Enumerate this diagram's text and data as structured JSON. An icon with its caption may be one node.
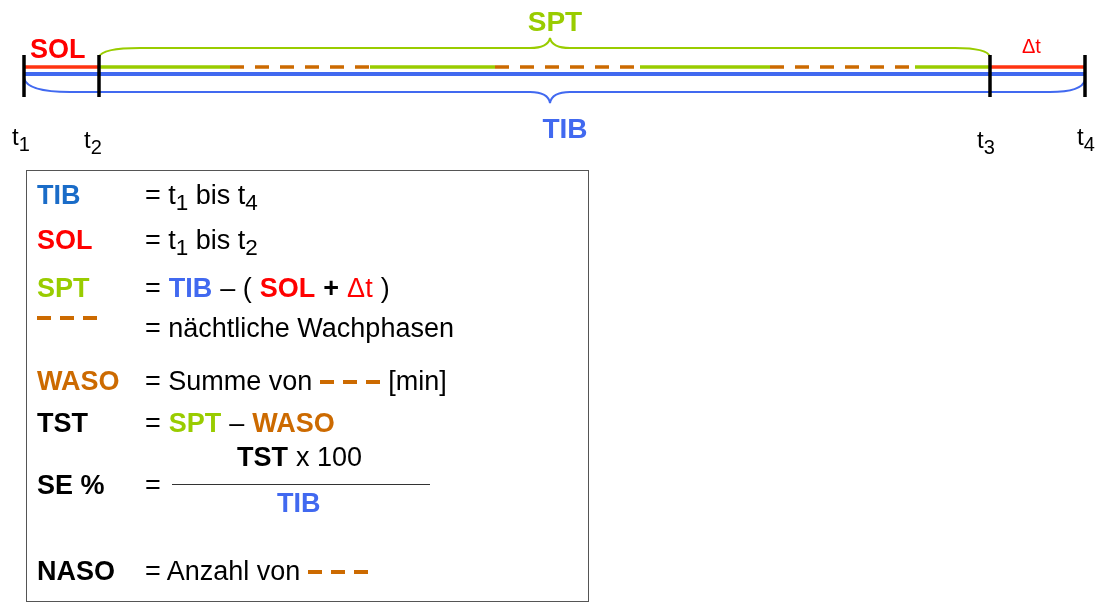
{
  "diagram": {
    "nodes": [
      {
        "text": [
          "TIB",
          "= t$_{1}$ bis t$_{4}$",
          "SOL",
          "= t$_{1}$ bis t$_{2}$",
          "SPT",
          "=",
          "TIB",
          "– (",
          "SOL",
          "+",
          "Δt",
          ")",
          "= nächtliche Wachphasen",
          "WASO",
          "= Summe von",
          "[min]",
          "TST",
          "=",
          "SPT",
          "–",
          "WASO",
          "SE %",
          "=",
          "TST",
          "x 100",
          "TIB",
          "NASO",
          "= Anzahl von"
        ]
      }
    ],
    "labels": [
      "SPT",
      "SOL",
      "Δt",
      "TIB",
      "t$_{1}$",
      "t$_{2}$",
      "t$_{3}$",
      "t$_{4}$"
    ]
  }
}
